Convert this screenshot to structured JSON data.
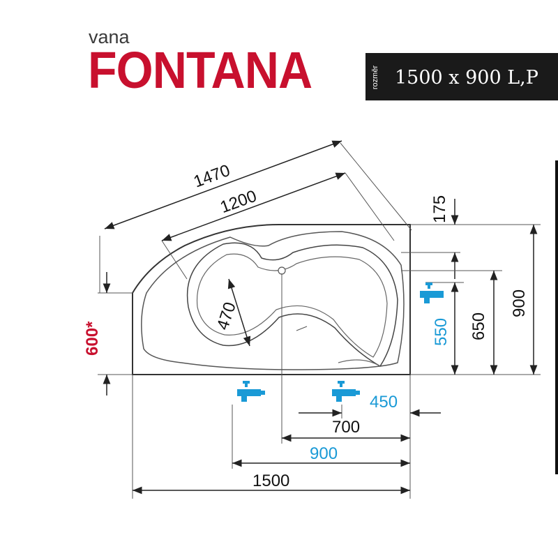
{
  "header": {
    "subtitle": "vana",
    "brand": "FONTANA",
    "size_label": "rozměr",
    "size_value": "1500 x 900 L,P"
  },
  "dimensions": {
    "d1470": "1470",
    "d1200": "1200",
    "d175": "175",
    "d900_vertical": "900",
    "d650": "650",
    "d550": "550",
    "d470": "470",
    "d600": "600*",
    "d450": "450",
    "d700": "700",
    "d900_horizontal": "900",
    "d1500": "1500"
  },
  "colors": {
    "brand_red": "#c8102e",
    "faucet_blue": "#1a9ad6",
    "line_dark": "#222222",
    "label_black": "#111111"
  },
  "icons": [
    "faucet-icon",
    "faucet-icon",
    "faucet-icon"
  ]
}
